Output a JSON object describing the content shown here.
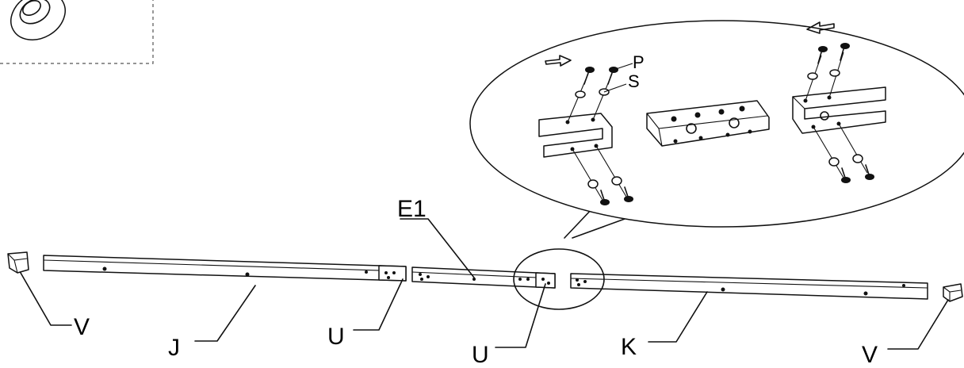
{
  "labels": {
    "e1": "E1",
    "j": "J",
    "k": "K",
    "u_left": "U",
    "u_center": "U",
    "v_left": "V",
    "v_right": "V",
    "p": "P",
    "s": "S"
  },
  "colors": {
    "line": "#111111",
    "background": "#ffffff"
  }
}
